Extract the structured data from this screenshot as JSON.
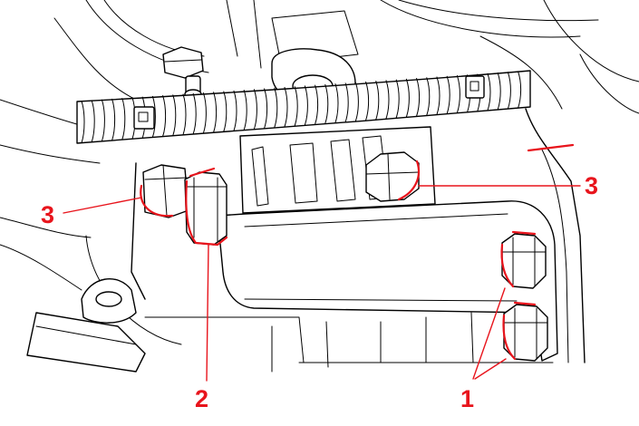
{
  "diagram": {
    "accent_color": "#e8141c",
    "line_color": "#000000",
    "background": "#ffffff",
    "callouts": [
      {
        "id": "label-3-left",
        "text": "3"
      },
      {
        "id": "label-3-right",
        "text": "3"
      },
      {
        "id": "label-2",
        "text": "2"
      },
      {
        "id": "label-1",
        "text": "1"
      }
    ]
  }
}
